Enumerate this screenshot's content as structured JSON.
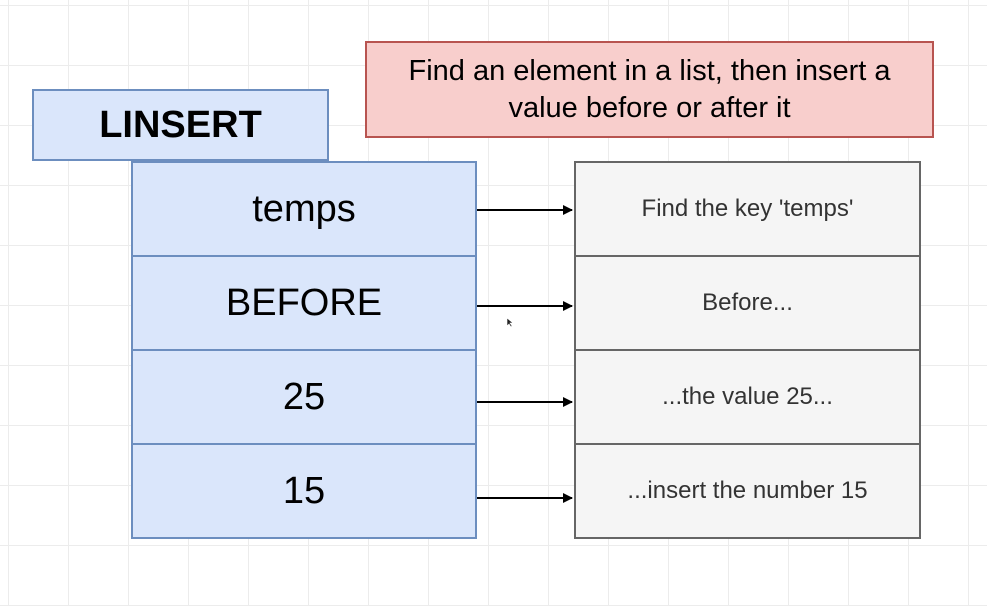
{
  "command": "LINSERT",
  "note": "Find an element in a list, then insert a value before or after it",
  "rows": [
    {
      "arg": "temps",
      "desc": "Find the key 'temps'"
    },
    {
      "arg": "BEFORE",
      "desc": "Before..."
    },
    {
      "arg": "25",
      "desc": "...the value 25..."
    },
    {
      "arg": "15",
      "desc": "...insert the number 15"
    }
  ],
  "colors": {
    "arg_fill": "#dae6fb",
    "arg_stroke": "#6c8ebf",
    "note_fill": "#f8cecc",
    "note_stroke": "#b85450",
    "desc_fill": "#f5f5f5",
    "desc_stroke": "#666666"
  }
}
